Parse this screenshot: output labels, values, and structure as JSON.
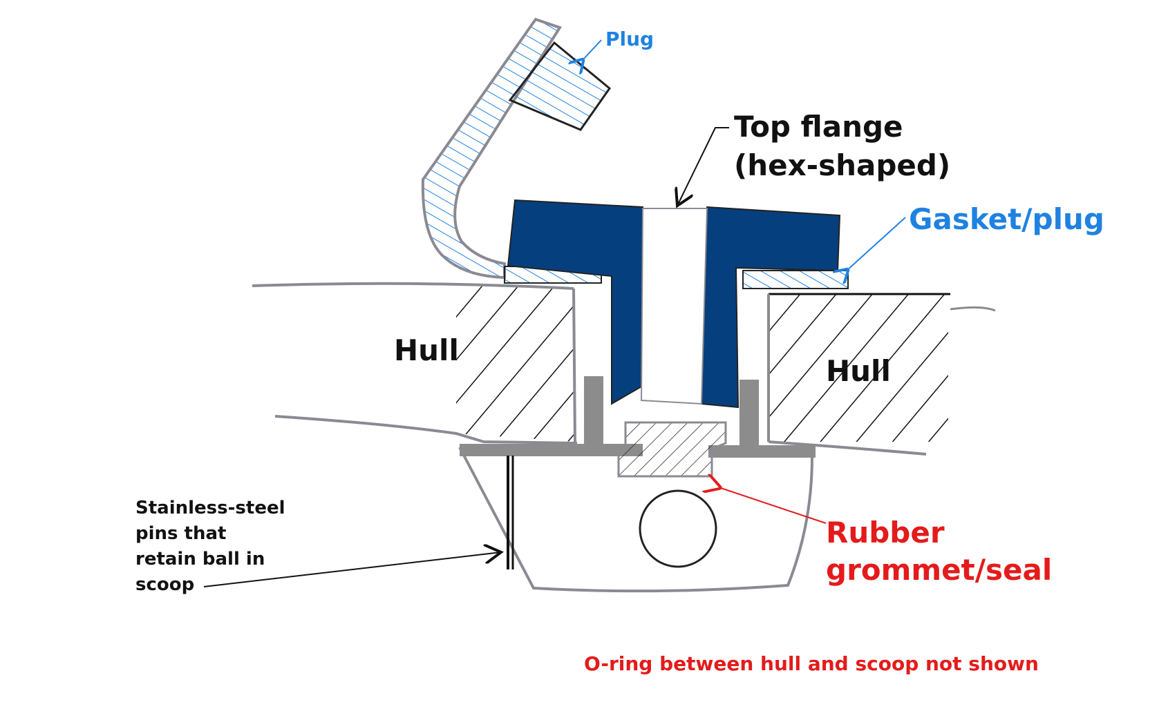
{
  "colors": {
    "flange": "#063f7e",
    "gasket": "#1f82e0",
    "grommet": "#e41b1b",
    "outline": "#8a8a93",
    "grey_part": "#8c8c8c",
    "hatch": "#111111"
  },
  "labels": {
    "plug": "Plug",
    "top_flange_line1": "Top flange",
    "top_flange_line2": "(hex-shaped)",
    "gasket_plug": "Gasket/plug",
    "hull_left": "Hull",
    "hull_right": "Hull",
    "pins_line1": "Stainless-steel",
    "pins_line2": "pins that",
    "pins_line3": "retain ball in",
    "pins_line4": "scoop",
    "rubber_line1": "Rubber",
    "rubber_line2": "grommet/seal",
    "footnote": "O-ring between hull and scoop not shown"
  }
}
